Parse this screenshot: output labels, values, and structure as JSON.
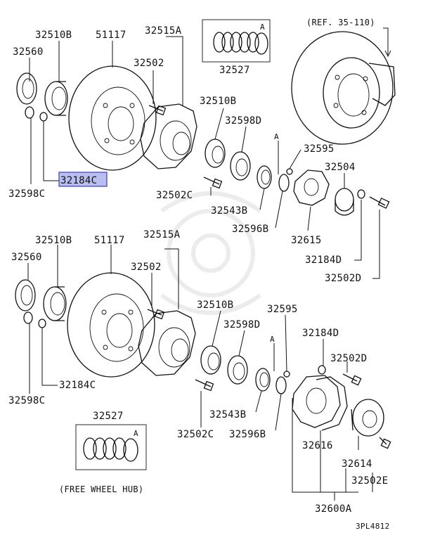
{
  "upper": {
    "labels": {
      "p32510B": "32510B",
      "p51117": "51117",
      "p32515A": "32515A",
      "p32527": "32527",
      "ref": "(REF. 35-110)",
      "p32560": "32560",
      "p32502": "32502",
      "p32510B_2": "32510B",
      "p32598D": "32598D",
      "markA_1": "A",
      "p32595": "32595",
      "p32504": "32504",
      "p32184C": "32184C",
      "p32598C": "32598C",
      "p32502C": "32502C",
      "p32543B": "32543B",
      "p32596B": "32596B",
      "p32615": "32615",
      "p32184D": "32184D",
      "p32502D": "32502D",
      "markA_kit": "A"
    }
  },
  "lower": {
    "labels": {
      "p32510B": "32510B",
      "p51117": "51117",
      "p32515A": "32515A",
      "p32560": "32560",
      "p32502": "32502",
      "p32510B_2": "32510B",
      "p32595": "32595",
      "p32598D": "32598D",
      "p32184D": "32184D",
      "markA": "A",
      "p32502D": "32502D",
      "p32184C": "32184C",
      "p32598C": "32598C",
      "p32527": "32527",
      "markA_kit": "A",
      "p32502C": "32502C",
      "p32543B": "32543B",
      "p32596B": "32596B",
      "p32616": "32616",
      "p32614": "32614",
      "p32502E": "32502E",
      "p32600A": "32600A",
      "free_wheel_hub": "(FREE WHEEL HUB)"
    }
  },
  "footer": {
    "code": "3PL4812"
  },
  "colors": {
    "highlight_fill": "#b9bdf0",
    "highlight_stroke": "#3a3fb0",
    "line": "#111111"
  }
}
